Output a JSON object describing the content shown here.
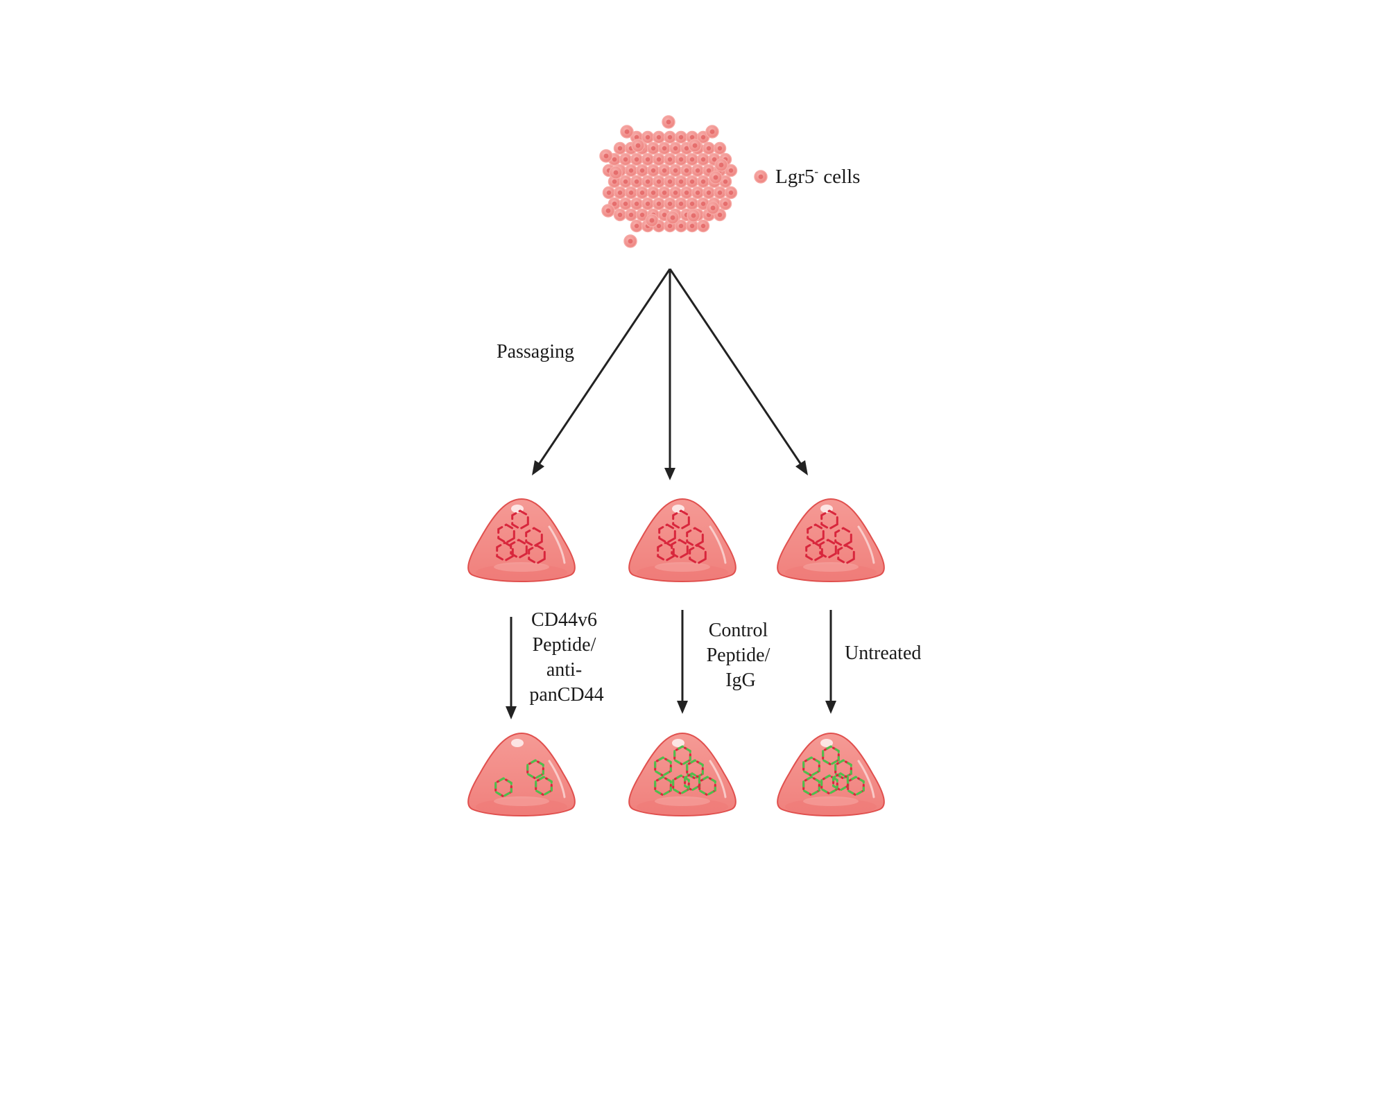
{
  "legend": {
    "label_main": "Lgr5",
    "label_sup": "-",
    "label_rest": " cells"
  },
  "labels": {
    "passaging": "Passaging",
    "group1": [
      "CD44v6",
      "Peptide/",
      "anti-",
      "panCD44"
    ],
    "group2": [
      "Control",
      "Peptide/",
      "IgG"
    ],
    "group3": [
      "Untreated"
    ]
  },
  "colors": {
    "cell": "#f08f8f",
    "cell_nucleus": "#e05c5c",
    "dome_fill": "#f28a86",
    "dome_stroke": "#e0504e",
    "organoid_red": "#d8263c",
    "organoid_green": "#4cc04c",
    "arrow": "#222222"
  }
}
